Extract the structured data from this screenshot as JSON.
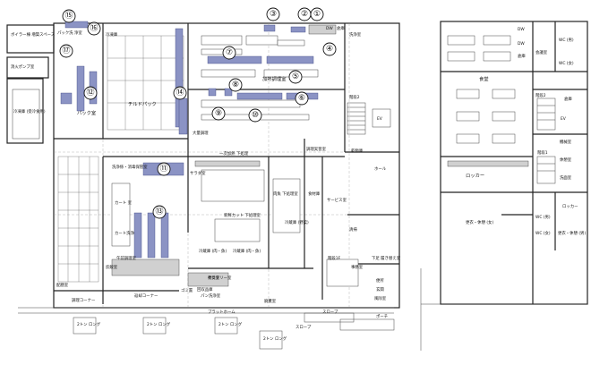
{
  "colors": {
    "equipment": "#8b93c4",
    "wall": "#222222",
    "background": "#ffffff"
  },
  "markers": [
    "①",
    "②",
    "③",
    "④",
    "⑤",
    "⑥",
    "⑦",
    "⑧",
    "⑨",
    "⑩",
    "⑪",
    "⑫",
    "⑬",
    "⑭",
    "⑮",
    "⑯",
    "⑰"
  ],
  "rooms_main": {
    "boiler": "ボイラー棟 増築スペース",
    "fire_pump": "消火ポンプ室",
    "cold_room": "冷凍庫 (受冷食用)",
    "pack_wash": "パック洗 浄室",
    "chill_a": "冷凍庫",
    "pack_room": "パック室",
    "chill_pack": "チルドパック",
    "dw": "DW",
    "warehouse": "倉庫",
    "dish_wash": "洗浄室",
    "heat_cook": "加熱調理室",
    "stair2": "階段2",
    "ev": "EV",
    "hall": "ホール",
    "wash_sort": "洗浄係・消毒保管室",
    "one_pot": "一次加熱 下処理",
    "salad": "サラダ室",
    "new_cook": "新鮮カット 下処理室",
    "fish_cook": "肉魚 下処理室",
    "kitchen_office": "調理実習室",
    "food_store": "食材庫",
    "warm_store": "冷蔵庫 (野菜)",
    "chill_store": "冷蔵庫 (肉・魚)",
    "store_b": "冷蔵庫 (肉・魚)",
    "serving": "サービス室",
    "cart_room": "カート 室",
    "cart_wash": "カート洗浄",
    "rice_wash": "炊飯室",
    "chef_prep": "午前調理室",
    "plate_corner": "返却コーナー",
    "rice_corner": "調理コーナー",
    "gomi": "ゴミ置",
    "pan_wash": "パン洗浄室",
    "rice_room": "配膳室",
    "staff_lift": "廃棄室",
    "platform": "プラットホーム",
    "slope": "スロープ",
    "porch": "ポーチ",
    "entrance_1f": "階段1F",
    "office": "事務室",
    "dry_store": "乾物庫",
    "toilet_1f": "便所",
    "delivery": "下足 履き替え室",
    "entry": "玄関",
    "garbage_store": "風除室",
    "slope_bottom": "スロープ",
    "truck1": "2トン ロング",
    "truck2": "2トン ロング",
    "truck3": "2トン ロング",
    "truck4": "2トン ロング",
    "kitchen_store": "回収品庫",
    "cleaning": "清掃",
    "goods_in": "荷受室",
    "large_cook": "大量調理",
    "sanitary": "サニタリー室"
  },
  "rooms_upper": {
    "dw1": "DW",
    "dw2": "DW",
    "warehouse": "倉庫",
    "meeting": "会議室",
    "wc_m": "WC (男)",
    "wc_f": "WC (女)",
    "stair2": "階段2",
    "ev": "EV",
    "store": "倉庫",
    "stair1": "階段1",
    "dining": "食堂",
    "locker": "ロッカー",
    "machine": "機械室",
    "lounge": "休憩室",
    "changing_f": "更衣・休憩 (女)",
    "changing_m": "更衣・休憩 (男)",
    "wc_m2": "WC (男)",
    "wc_f2": "WC (女)",
    "locker2": "ロッカー",
    "shower": "洗面室"
  }
}
